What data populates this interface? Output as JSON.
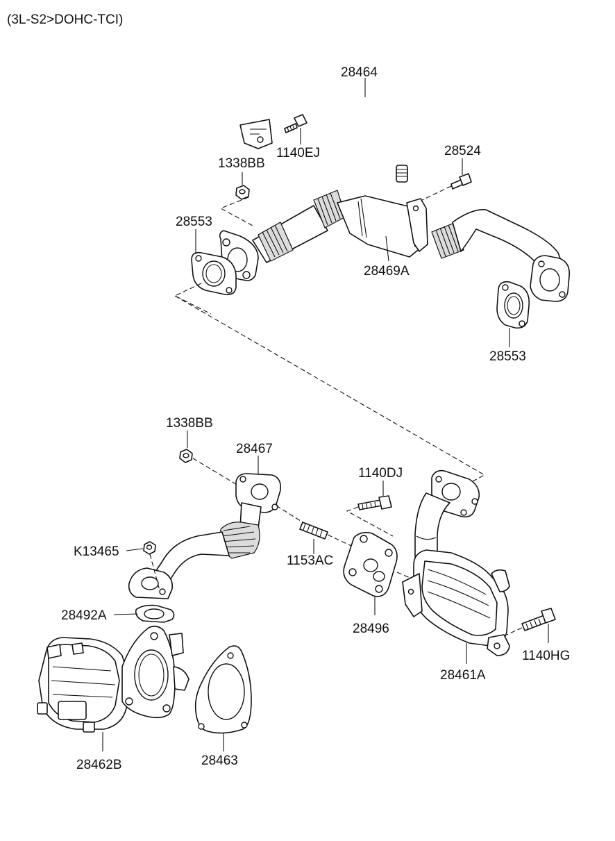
{
  "header": {
    "variant": "(3L-S2>DOHC-TCI)"
  },
  "labels": {
    "p28464": "28464",
    "p1140EJ": "1140EJ",
    "p1338BB_top": "1338BB",
    "p28524": "28524",
    "p28553_left": "28553",
    "p28469A": "28469A",
    "p28553_right": "28553",
    "p1338BB_mid": "1338BB",
    "p28467": "28467",
    "p1140DJ": "1140DJ",
    "pK13465": "K13465",
    "p1153AC": "1153AC",
    "p28492A": "28492A",
    "p28496": "28496",
    "p1140HG": "1140HG",
    "p28461A": "28461A",
    "p28462B": "28462B",
    "p28463": "28463"
  }
}
